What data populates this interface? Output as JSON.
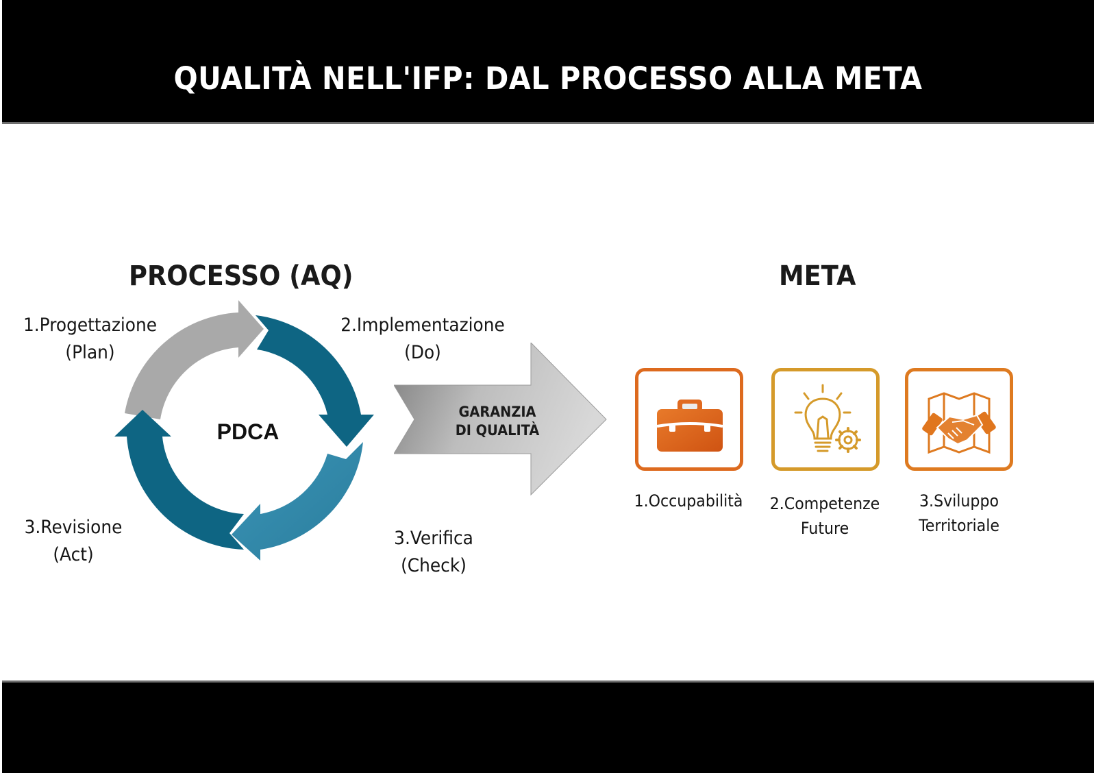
{
  "header": {
    "title": "QUALITÀ NELL'IFP: DAL PROCESSO ALLA META"
  },
  "process": {
    "heading": "PROCESSO (AQ)",
    "center_label": "PDCA",
    "steps": [
      {
        "line1": "1.Progettazione",
        "line2": "(Plan)",
        "color": "#a8a8a8"
      },
      {
        "line1": "2.Implementazione",
        "line2": "(Do)",
        "color": "#0f6683"
      },
      {
        "line1": "3.Verifica",
        "line2": "(Check)",
        "color": "#3a8fb0"
      },
      {
        "line1": "3.Revisione",
        "line2": "(Act)",
        "color": "#0f6683"
      }
    ]
  },
  "transition": {
    "line1": "GARANZIA",
    "line2": "DI QUALITÀ"
  },
  "goal": {
    "heading": "META",
    "items": [
      {
        "icon": "briefcase-icon",
        "line1": "1.Occupabilità",
        "line2": "",
        "color": "#dd6a1e"
      },
      {
        "icon": "lightbulb-gear-icon",
        "line1": "2.Competenze",
        "line2": "Future",
        "color": "#d59a2a"
      },
      {
        "icon": "handshake-map-icon",
        "line1": "3.Sviluppo",
        "line2": "Territoriale",
        "color": "#de7a20"
      }
    ]
  }
}
